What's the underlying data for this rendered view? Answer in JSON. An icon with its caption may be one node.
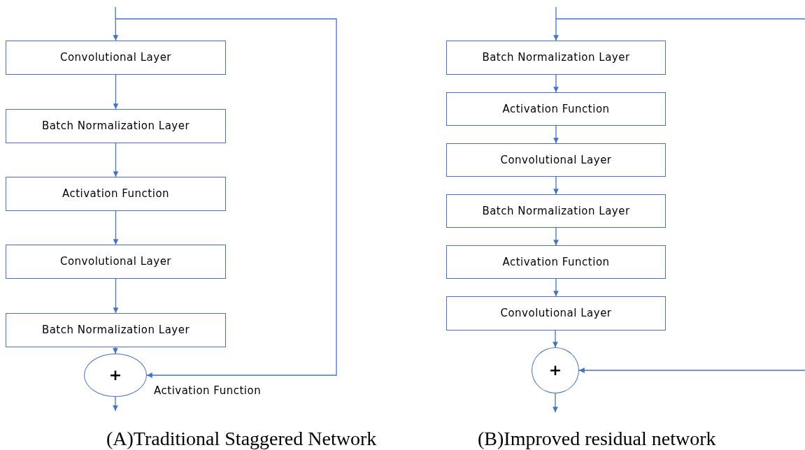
{
  "diagram": {
    "nodes": [
      {
        "text": [
          "Convolutional Layer"
        ]
      },
      {
        "text": [
          "Batch Normalization Layer"
        ]
      },
      {
        "text": [
          "Activation Function"
        ]
      },
      {
        "text": [
          "Convolutional Layer"
        ]
      },
      {
        "text": [
          "Batch Normalization Layer"
        ]
      },
      {
        "text": [
          "+"
        ],
        "beside": [
          "Activation Function"
        ]
      },
      {
        "text": [
          "Batch Normalization Layer"
        ]
      },
      {
        "text": [
          "Activation Function"
        ]
      },
      {
        "text": [
          "Convolutional Layer"
        ]
      },
      {
        "text": [
          "Batch Normalization Layer"
        ]
      },
      {
        "text": [
          "Activation Function"
        ]
      },
      {
        "text": [
          "Convolutional Layer"
        ]
      },
      {
        "text": [
          "+"
        ]
      }
    ],
    "edges": [
      {
        "from": null,
        "to": 0,
        "arrow": "to"
      },
      {
        "from": null,
        "to": 5,
        "arrow": "to"
      },
      {
        "from": 0,
        "to": 1,
        "arrow": "to"
      },
      {
        "from": 1,
        "to": 2,
        "arrow": "to"
      },
      {
        "from": 2,
        "to": 3,
        "arrow": "to"
      },
      {
        "from": 3,
        "to": 4,
        "arrow": "to"
      },
      {
        "from": 4,
        "to": 5,
        "arrow": "to"
      },
      {
        "from": 5,
        "to": null,
        "arrow": "to"
      },
      {
        "from": null,
        "to": 6,
        "arrow": "to"
      },
      {
        "from": 6,
        "to": 7,
        "arrow": "to"
      },
      {
        "from": 7,
        "to": 8,
        "arrow": "to"
      },
      {
        "from": 8,
        "to": 9,
        "arrow": "to"
      },
      {
        "from": 9,
        "to": 10,
        "arrow": "to"
      },
      {
        "from": 10,
        "to": 11,
        "arrow": "to"
      },
      {
        "from": 11,
        "to": 12,
        "arrow": "to"
      },
      {
        "from": null,
        "to": 12,
        "arrow": "to"
      },
      {
        "from": 12,
        "to": null,
        "arrow": "to"
      }
    ],
    "labels": [
      "(A)Traditional Staggered Network",
      "(B)Improved residual network"
    ]
  }
}
